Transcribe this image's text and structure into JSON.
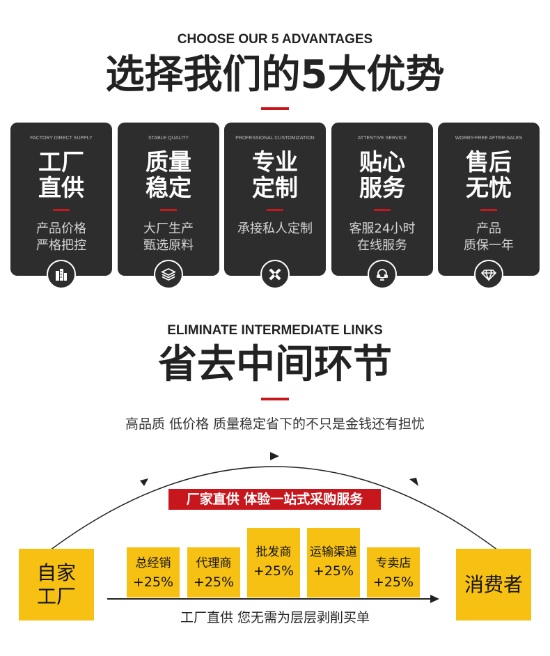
{
  "section1": {
    "en_title": "CHOOSE OUR 5 ADVANTAGES",
    "cn_title": "选择我们的5大优势",
    "cards": [
      {
        "en": "FACTORY DIRECT SUPPLY",
        "title1": "工厂",
        "title2": "直供",
        "sub1": "产品价格",
        "sub2": "严格把控",
        "icon": "building-icon"
      },
      {
        "en": "STABLE QUALITY",
        "title1": "质量",
        "title2": "稳定",
        "sub1": "大厂生产",
        "sub2": "甄选原料",
        "icon": "layers-icon"
      },
      {
        "en": "PROFESSIONAL CUSTOMIZATION",
        "title1": "专业",
        "title2": "定制",
        "sub1": "承接私人定制",
        "sub2": "",
        "icon": "pencil-ruler-icon"
      },
      {
        "en": "ATTENTIVE SERVICE",
        "title1": "贴心",
        "title2": "服务",
        "sub1": "客服24小时",
        "sub2": "在线服务",
        "icon": "headset-icon"
      },
      {
        "en": "WORRY-FREE AFTER-SALES",
        "title1": "售后",
        "title2": "无忧",
        "sub1": "产品",
        "sub2": "质保一年",
        "icon": "diamond-icon"
      }
    ]
  },
  "section2": {
    "en_title": "ELIMINATE INTERMEDIATE LINKS",
    "cn_title": "省去中间环节",
    "subtitle": "高品质 低价格 质量稳定省下的不只是金钱还有担忧",
    "banner": "厂家直供 体验一站式采购服务",
    "left_box": {
      "line1": "自家",
      "line2": "工厂"
    },
    "right_box": "消费者",
    "middlemen": [
      {
        "name": "总经销",
        "value": "+25%"
      },
      {
        "name": "代理商",
        "value": "+25%"
      },
      {
        "name": "批发商",
        "value": "+25%"
      },
      {
        "name": "运输渠道",
        "value": "+25%"
      },
      {
        "name": "专卖店",
        "value": "+25%"
      }
    ],
    "bottom_note": "工厂直供 您无需为层层剥削买单"
  },
  "colors": {
    "accent": "#c8161d",
    "card_bg": "#2d2d2d",
    "yellow": "#f6c113"
  }
}
